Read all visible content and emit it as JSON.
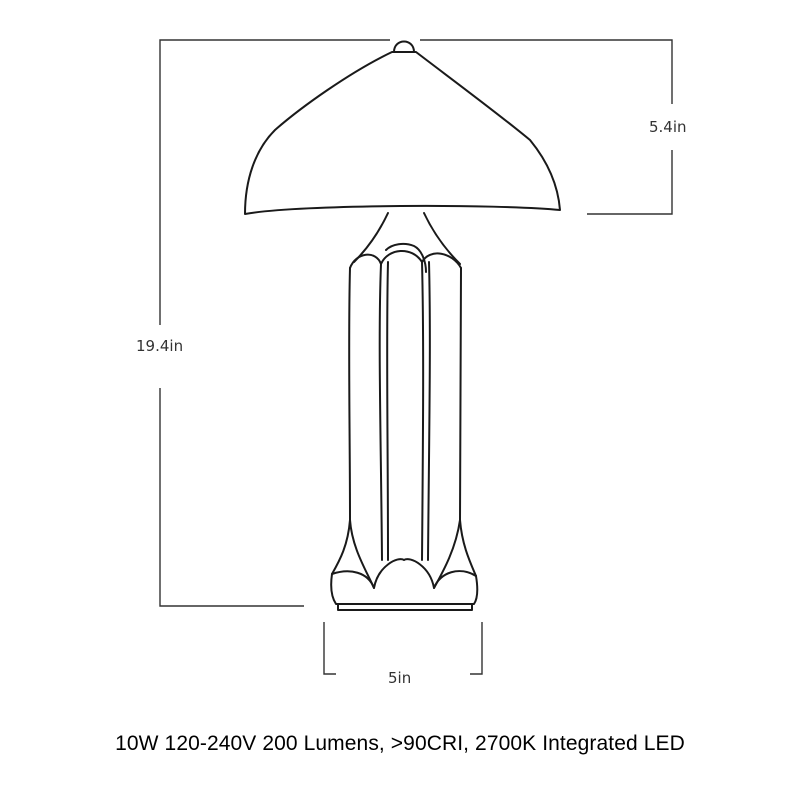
{
  "dimensions": {
    "total_height": "19.4in",
    "shade_height": "5.4in",
    "base_width": "5in"
  },
  "spec_line": "10W 120-240V 200 Lumens, >90CRI, 2700K Integrated LED",
  "colors": {
    "line": "#1a1a1a",
    "dimension": "#333333",
    "background": "#ffffff"
  }
}
